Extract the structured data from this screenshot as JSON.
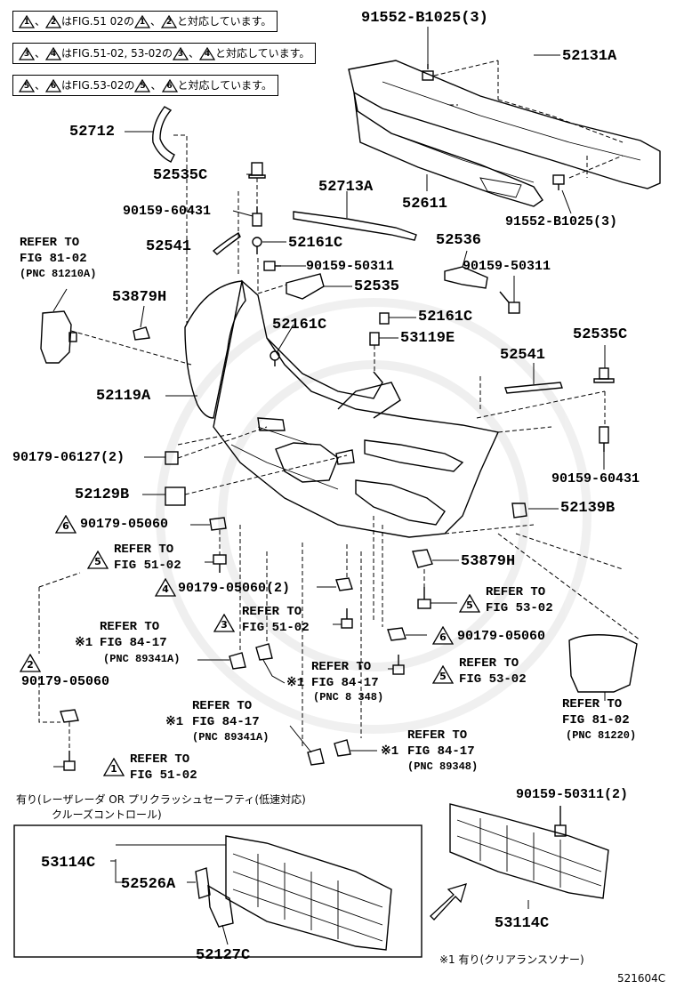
{
  "notes": [
    {
      "a": "1",
      "b": "2",
      "pre": "は",
      "fig": "FIG.51 02",
      "mid": "の",
      "tail": "と対応しています。"
    },
    {
      "a": "3",
      "b": "4",
      "pre": "は",
      "fig": "FIG.51-02, 53-02",
      "mid": "の",
      "tail": "と対応しています。"
    },
    {
      "a": "5",
      "b": "6",
      "pre": "は",
      "fig": "FIG.53-02",
      "mid": "の",
      "tail": "と対応しています。"
    }
  ],
  "sep": "、",
  "parts": {
    "p91552a": "91552-B1025(3)",
    "p52131a": "52131A",
    "p52712": "52712",
    "p52535c_1": "52535C",
    "p52713a": "52713A",
    "p52611": "52611",
    "p90159_60431_1": "90159-60431",
    "p91552b": "91552-B1025(3)",
    "p52541_1": "52541",
    "p52161c_1": "52161C",
    "p52536": "52536",
    "p90159_50311_1": "90159-50311",
    "p90159_50311_2": "90159-50311",
    "p52535": "52535",
    "p53879h_1": "53879H",
    "p52161c_2": "52161C",
    "p52161c_3": "52161C",
    "p53119e": "53119E",
    "p52535c_2": "52535C",
    "p52541_2": "52541",
    "p52119a": "52119A",
    "p90179_06127": "90179-06127(2)",
    "p90159_60431_2": "90159-60431",
    "p52129b": "52129B",
    "p52139b": "52139B",
    "p90179_05060_1": "90179-05060",
    "p53879h_2": "53879H",
    "p90179_05060_2": "90179-05060(2)",
    "p90179_05060_3": "90179-05060",
    "p90179_05060_4": "90179-05060",
    "p90159_50311_3": "90159-50311(2)",
    "p53114c_1": "53114C",
    "p52526a": "52526A",
    "p52127c": "52127C",
    "p53114c_2": "53114C"
  },
  "refs": {
    "r1_l1": "REFER TO",
    "r1_l2": "FIG 81-02",
    "r1_l3": "(PNC 81210A)",
    "r2_l1": "REFER TO",
    "r2_l2": "FIG 51-02",
    "r3_l1": "REFER TO",
    "r3_l2": "FIG 53-02",
    "r4_l1": "REFER TO",
    "r4_l2": "FIG 51-02",
    "r5_l1": "REFER TO",
    "r5_l2": "FIG 84-17",
    "r5_l3": "(PNC 89341A)",
    "r6_l1": "REFER TO",
    "r6_l2": "FIG 84-17",
    "r6_l3": "(PNC 8 348)",
    "r7_l1": "REFER TO",
    "r7_l2": "FIG 53-02",
    "r8_l1": "REFER TO",
    "r8_l2": "FIG 81-02",
    "r8_l3": "(PNC 81220)",
    "r9_l1": "REFER TO",
    "r9_l2": "FIG 84-17",
    "r9_l3": "(PNC 89341A)",
    "r10_l1": "REFER TO",
    "r10_l2": "FIG 84-17",
    "r10_l3": "(PNC 89348)",
    "r11_l1": "REFER TO",
    "r11_l2": "FIG 51-02",
    "x1": "※1",
    "x2": "※1",
    "x3": "※1",
    "x4": "※1"
  },
  "markers": {
    "m6a": "6",
    "m5a": "5",
    "m4": "4",
    "m5b": "5",
    "m3": "3",
    "m6b": "6",
    "m5c": "5",
    "m2": "2",
    "m1": "1"
  },
  "box_caption_1": "有り(レーザレーダ OR プリクラッシュセーフティ(低速対応)",
  "box_caption_2": "クルーズコントロール)",
  "footnote": "※1 有り(クリアランスソナー)",
  "figure_code": "521604C"
}
